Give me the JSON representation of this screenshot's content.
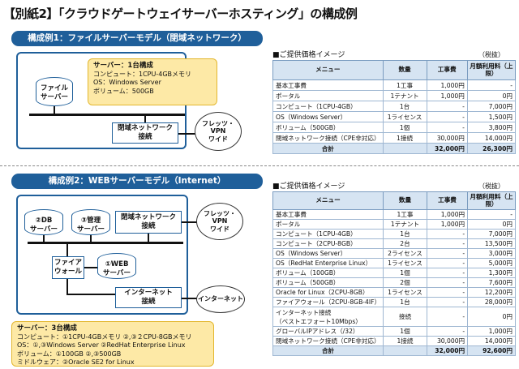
{
  "title": "【別紙2】「クラウドゲートウェイサーバーホスティング」の構成例",
  "ex1": {
    "header": "構成例1：ファイルサーバーモデル（閉域ネットワーク）",
    "file_server": "ファイル\nサーバー",
    "network_box": "閉域ネットワーク\n接続",
    "cloud": "フレッツ・\nVPN\nワイド",
    "callout": {
      "title": "サーバー：1台構成",
      "lines": [
        "コンピュート：1CPU-4GBメモリ",
        "OS：Windows Server",
        "ボリューム：500GB"
      ]
    },
    "table": {
      "caption": "■ご提供価格イメージ",
      "note": "（税抜）",
      "headers": [
        "メニュー",
        "数量",
        "工事費",
        "月額利用料（上限）"
      ],
      "rows": [
        [
          "基本工事費",
          "1工事",
          "1,000円",
          "-"
        ],
        [
          "ポータル",
          "1テナント",
          "1,000円",
          "0円"
        ],
        [
          "コンピュート（1CPU-4GB）",
          "1台",
          "-",
          "7,000円"
        ],
        [
          "OS（Windows Server）",
          "1ライセンス",
          "-",
          "1,500円"
        ],
        [
          "ボリューム（500GB）",
          "1個",
          "-",
          "3,800円"
        ],
        [
          "閉域ネットワーク接続（CPE非対応）",
          "1接続",
          "30,000円",
          "14,000円"
        ]
      ],
      "total": [
        "合計",
        "",
        "32,000円",
        "26,300円"
      ]
    }
  },
  "ex2": {
    "header": "構成例2：WEBサーバーモデル（Internet）",
    "db_server": "②DB\nサーバー",
    "mgmt_server": "③管理\nサーバー",
    "network_box": "閉域ネットワーク\n接続",
    "firewall": "ファイア\nウォール",
    "web_server": "①WEB\nサーバー",
    "internet_box": "インターネット\n接続",
    "cloud_vpn": "フレッツ・\nVPN\nワイド",
    "cloud_inet": "インターネット",
    "callout": {
      "title": "サーバー：3台構成",
      "lines": [
        "コンピュート：①1CPU-4GBメモリ ②,③２CPU-8GBメモリ",
        "OS：①,③Windows Server ②RedHat Enterprise Linux",
        "ボリューム：①100GB ②,③500GB",
        "ミドルウェア：②Oracle SE2 for Linux"
      ]
    },
    "table": {
      "caption": "■ご提供価格イメージ",
      "note": "（税抜）",
      "headers": [
        "メニュー",
        "数量",
        "工事費",
        "月額利用料（上限）"
      ],
      "rows": [
        [
          "基本工事費",
          "1工事",
          "1,000円",
          "-"
        ],
        [
          "ポータル",
          "1テナント",
          "1,000円",
          "0円"
        ],
        [
          "コンピュート（1CPU-4GB）",
          "1台",
          "-",
          "7,000円"
        ],
        [
          "コンピュート（2CPU-8GB）",
          "2台",
          "-",
          "13,500円"
        ],
        [
          "OS（Windows Server）",
          "2ライセンス",
          "-",
          "3,000円"
        ],
        [
          "OS（RedHat Enterprise Linux）",
          "1ライセンス",
          "-",
          "5,000円"
        ],
        [
          "ボリューム（100GB）",
          "1個",
          "-",
          "1,300円"
        ],
        [
          "ボリューム（500GB）",
          "2個",
          "-",
          "7,600円"
        ],
        [
          "Oracle for Linux（2CPU-8GB）",
          "1ライセンス",
          "-",
          "12,200円"
        ],
        [
          "ファイアウォール（2CPU-8GB-4IF）",
          "1台",
          "-",
          "28,000円"
        ],
        [
          "インターネット接続\n（ベストエフォート10Mbps）",
          "接続",
          "-",
          "0円"
        ],
        [
          "グローバルIPアドレス（/32）",
          "1個",
          "-",
          "1,000円"
        ],
        [
          "閉域ネットワーク接続（CPE非対応）",
          "1接続",
          "30,000円",
          "14,000円"
        ]
      ],
      "total": [
        "合計",
        "",
        "32,000円",
        "92,600円"
      ]
    }
  }
}
